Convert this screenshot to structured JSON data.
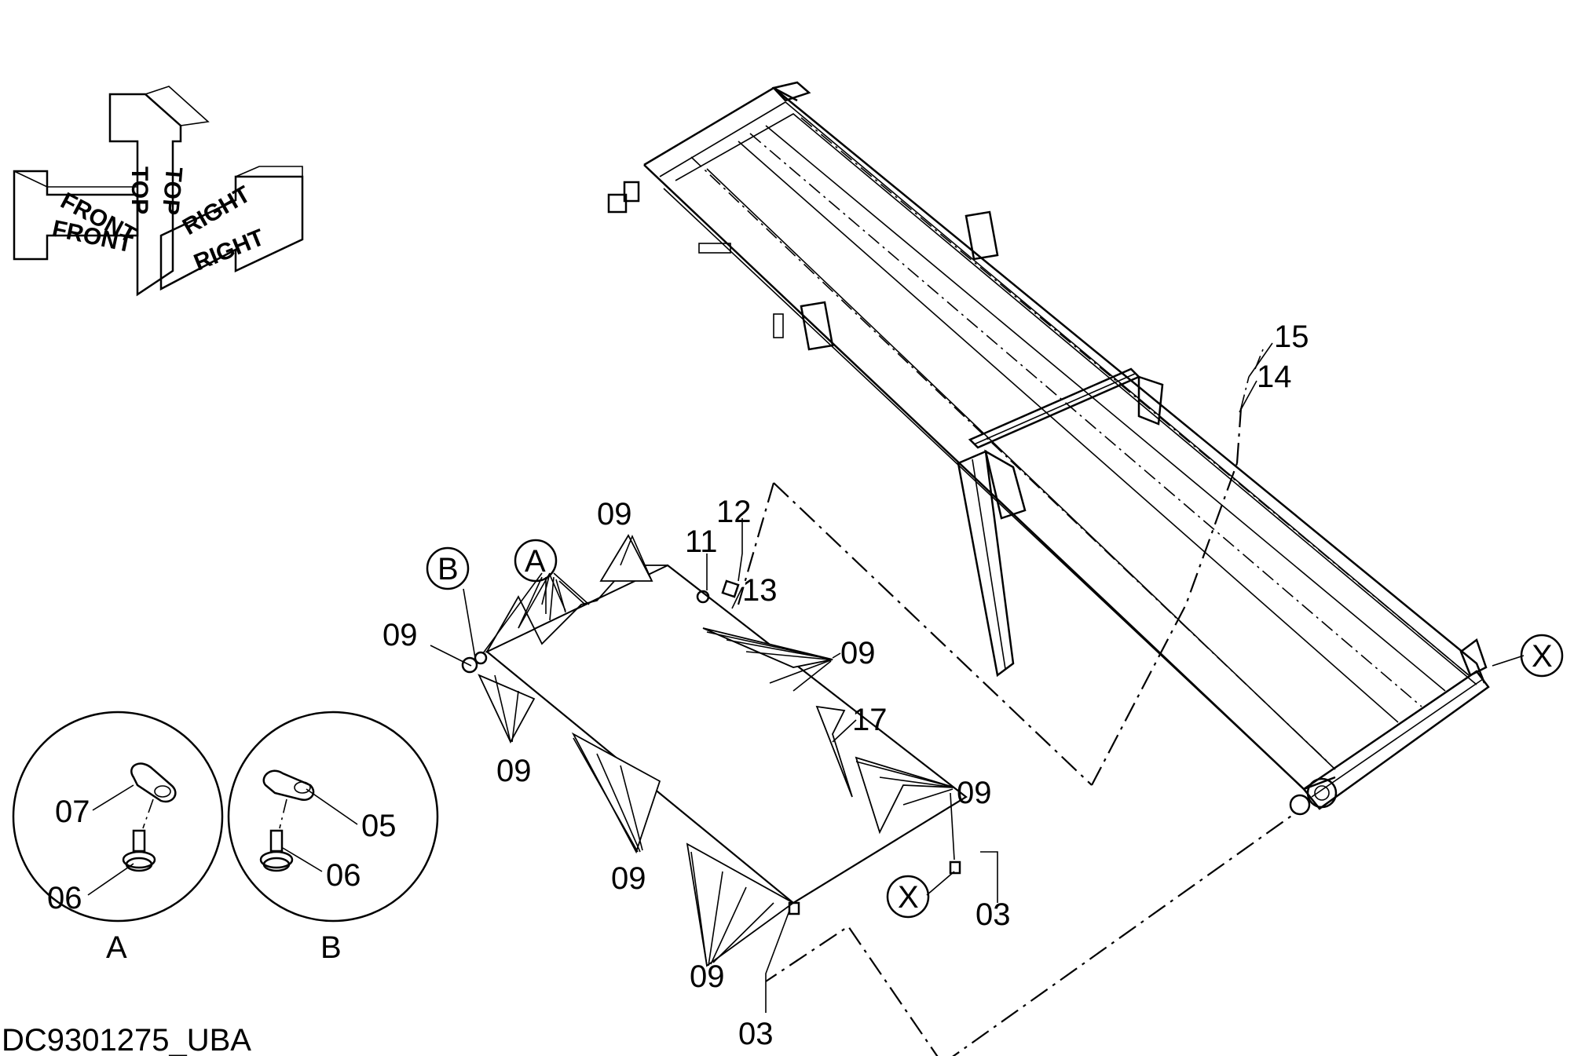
{
  "drawing_code": "DC9301275_UBA",
  "orientation": {
    "front": "FRONT",
    "top": "TOP",
    "right": "RIGHT"
  },
  "callouts": {
    "c03a": "03",
    "c03b": "03",
    "c05": "05",
    "c06a": "06",
    "c06b": "06",
    "c07": "07",
    "c09a": "09",
    "c09b": "09",
    "c09c": "09",
    "c09d": "09",
    "c09e": "09",
    "c09f": "09",
    "c09g": "09",
    "c11": "11",
    "c12": "12",
    "c13": "13",
    "c14": "14",
    "c15": "15",
    "c17": "17"
  },
  "markers": {
    "A": "A",
    "B": "B",
    "X1": "X",
    "X2": "X"
  },
  "detail_labels": {
    "A": "A",
    "B": "B"
  }
}
